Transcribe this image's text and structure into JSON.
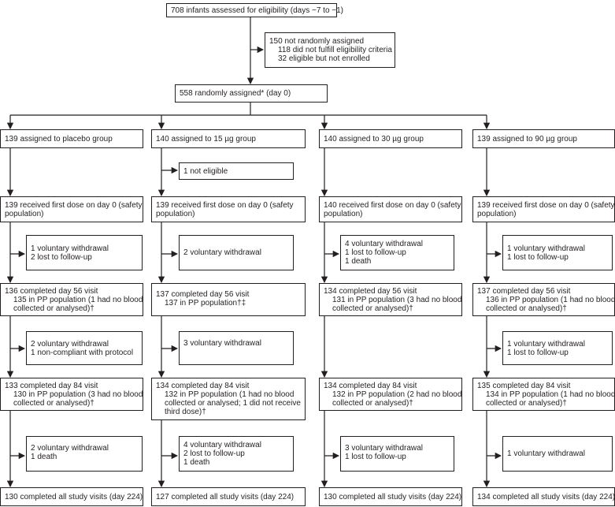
{
  "boxes": {
    "assessed": [
      "708 infants assessed for eligibility (days −7 to −1)"
    ],
    "not_assigned": [
      "150 not randomly assigned",
      "118 did not fulfill eligibility criteria",
      "32 eligible but not enrolled"
    ],
    "randomised": [
      "558 randomly assigned* (day 0)"
    ],
    "g1_assigned": [
      "139 assigned to placebo group"
    ],
    "g2_assigned": [
      "140 assigned to 15 µg group"
    ],
    "g3_assigned": [
      "140 assigned to 30 µg group"
    ],
    "g4_assigned": [
      "139 assigned to 90 µg group"
    ],
    "g2_excluded": [
      "1 not eligible"
    ],
    "g1_dose": [
      "139 received first dose on day 0 (safety",
      "population)"
    ],
    "g2_dose": [
      "139 received first dose on day 0 (safety",
      "population)"
    ],
    "g3_dose": [
      "140 received first dose on day 0 (safety",
      "population)"
    ],
    "g4_dose": [
      "139 received first dose on day 0 (safety",
      "population)"
    ],
    "g1_loss1": [
      "1 voluntary withdrawal",
      "2 lost to follow-up"
    ],
    "g2_loss1": [
      "2 voluntary withdrawal"
    ],
    "g3_loss1": [
      "4 voluntary withdrawal",
      "1 lost to follow-up",
      "1 death"
    ],
    "g4_loss1": [
      "1 voluntary withdrawal",
      "1 lost to follow-up"
    ],
    "g1_d56": [
      "136 completed day 56 visit",
      "135 in PP population (1 had no blood",
      "collected or analysed)†"
    ],
    "g2_d56": [
      "137 completed day 56 visit",
      "137 in PP population†‡"
    ],
    "g3_d56": [
      "134 completed day 56 visit",
      "131 in PP population (3 had no blood",
      "collected or analysed)†"
    ],
    "g4_d56": [
      "137 completed day 56 visit",
      "136 in PP population (1 had no blood",
      "collected or analysed)†"
    ],
    "g1_loss2": [
      "2 voluntary withdrawal",
      "1 non-compliant with protocol"
    ],
    "g2_loss2": [
      "3 voluntary withdrawal"
    ],
    "g4_loss2": [
      "1 voluntary withdrawal",
      "1 lost to follow-up"
    ],
    "g1_d84": [
      "133 completed day 84 visit",
      "130 in PP population (3 had no blood",
      "collected or analysed)†"
    ],
    "g2_d84": [
      "134 completed day 84 visit",
      "132 in PP population (1 had no blood",
      "collected or analysed; 1 did not receive",
      "third dose)†"
    ],
    "g3_d84": [
      "134 completed day 84 visit",
      "132 in PP population (2 had no blood",
      "collected or analysed)†"
    ],
    "g4_d84": [
      "135 completed day 84 visit",
      "134 in PP population (1 had no blood",
      "collected or analysed)†"
    ],
    "g1_loss3": [
      "2 voluntary withdrawal",
      "1 death"
    ],
    "g2_loss3": [
      "4 voluntary withdrawal",
      "2 lost to follow-up",
      "1 death"
    ],
    "g3_loss3": [
      "3 voluntary withdrawal",
      "1 lost to follow-up"
    ],
    "g4_loss3": [
      "1 voluntary withdrawal"
    ],
    "g1_final": [
      "130 completed all study visits (day 224)"
    ],
    "g2_final": [
      "127 completed all study visits (day 224)"
    ],
    "g3_final": [
      "130 completed all study visits (day 224)"
    ],
    "g4_final": [
      "134 completed all study visits (day 224)"
    ]
  }
}
